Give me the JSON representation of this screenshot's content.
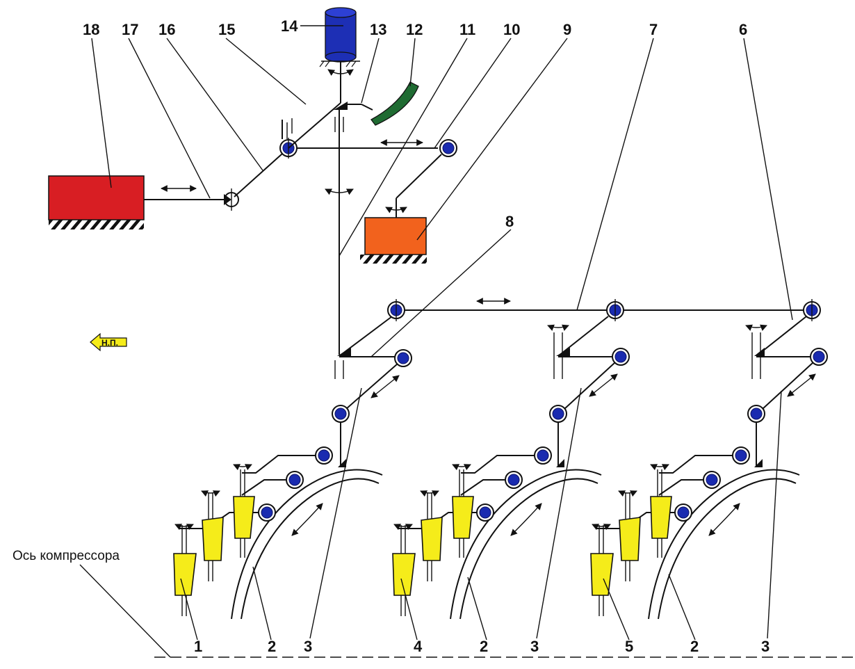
{
  "diagram": {
    "axis_caption": "Ось компрессора",
    "direction_label": "Н.П.",
    "colors": {
      "actuator": "#d81e23",
      "hydraulic_cylinder": "#f2621d",
      "drive_cylinder": "#1d2fb5",
      "sector": "#1f6b32",
      "vanes": "#f5ec1a",
      "joints": "#1a2bb0"
    },
    "labels": [
      {
        "id": "18",
        "text": "18"
      },
      {
        "id": "17",
        "text": "17"
      },
      {
        "id": "16",
        "text": "16"
      },
      {
        "id": "15",
        "text": "15"
      },
      {
        "id": "14",
        "text": "14"
      },
      {
        "id": "13",
        "text": "13"
      },
      {
        "id": "12",
        "text": "12"
      },
      {
        "id": "11",
        "text": "11"
      },
      {
        "id": "10",
        "text": "10"
      },
      {
        "id": "9",
        "text": "9"
      },
      {
        "id": "7",
        "text": "7"
      },
      {
        "id": "6",
        "text": "6"
      },
      {
        "id": "8",
        "text": "8"
      },
      {
        "id": "b1",
        "text": "1"
      },
      {
        "id": "b2a",
        "text": "2"
      },
      {
        "id": "b3a",
        "text": "3"
      },
      {
        "id": "b4",
        "text": "4"
      },
      {
        "id": "b2b",
        "text": "2"
      },
      {
        "id": "b3b",
        "text": "3"
      },
      {
        "id": "b5",
        "text": "5"
      },
      {
        "id": "b2c",
        "text": "2"
      },
      {
        "id": "b3c",
        "text": "3"
      }
    ]
  }
}
